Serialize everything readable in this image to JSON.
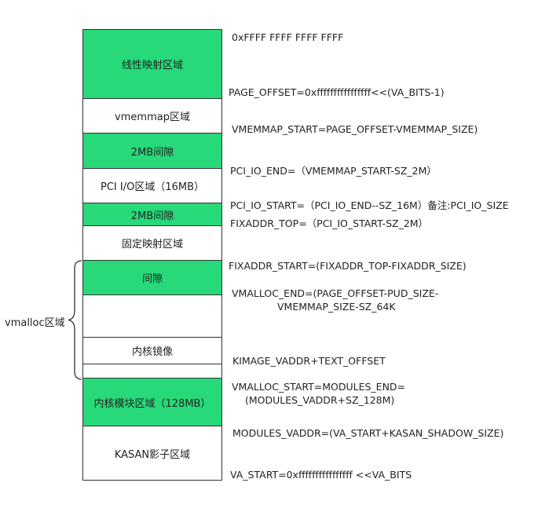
{
  "regions": [
    {
      "label": "线性映射区域",
      "fill": "green"
    },
    {
      "label": "vmemmap区域",
      "fill": "white"
    },
    {
      "label": "2MB间隙",
      "fill": "green"
    },
    {
      "label": "PCI I/O区域（16MB）",
      "fill": "white"
    },
    {
      "label": "2MB间隙",
      "fill": "green"
    },
    {
      "label": "固定映射区域",
      "fill": "white"
    },
    {
      "label": "间隙",
      "fill": "green"
    },
    {
      "label": "",
      "fill": "white"
    },
    {
      "label": "内核镜像",
      "fill": "white"
    },
    {
      "label": "",
      "fill": "white"
    },
    {
      "label": "内核模块区域（128MB）",
      "fill": "green"
    },
    {
      "label": "KASAN影子区域",
      "fill": "white"
    }
  ],
  "addresses": [
    {
      "lines": [
        "0xFFFF FFFF FFFF FFFF"
      ]
    },
    {
      "lines": [
        "PAGE_OFFSET=0xffffffffffffffff<<(VA_BITS-1)"
      ]
    },
    {
      "lines": [
        "VMEMMAP_START=PAGE_OFFSET-VMEMMAP_SIZE)"
      ]
    },
    {
      "lines": [
        "PCI_IO_END=（VMEMMAP_START-SZ_2M）"
      ]
    },
    {
      "lines": [
        "PCI_IO_START=（PCI_IO_END--SZ_16M）备注:PCI_IO_SIZE"
      ]
    },
    {
      "lines": [
        "FIXADDR_TOP=（PCI_IO_START-SZ_2M）"
      ]
    },
    {
      "lines": [
        "FIXADDR_START=(FIXADDR_TOP-FIXADDR_SIZE)"
      ]
    },
    {
      "lines": [
        "VMALLOC_END=(PAGE_OFFSET-PUD_SIZE-",
        "VMEMMAP_SIZE-SZ_64K"
      ]
    },
    {
      "lines": [
        "KIMAGE_VADDR+TEXT_OFFSET"
      ]
    },
    {
      "lines": [
        "VMALLOC_START=MODULES_END=",
        "(MODULES_VADDR+SZ_128M)"
      ]
    },
    {
      "lines": [
        "MODULES_VADDR=(VA_START+KASAN_SHADOW_SIZE)"
      ]
    },
    {
      "lines": [
        "VA_START=0xffffffffffffffff <<VA_BITS"
      ]
    }
  ],
  "vmalloc_label": "vmalloc区域",
  "colors": {
    "green": "#27d979",
    "border": "#333333"
  }
}
